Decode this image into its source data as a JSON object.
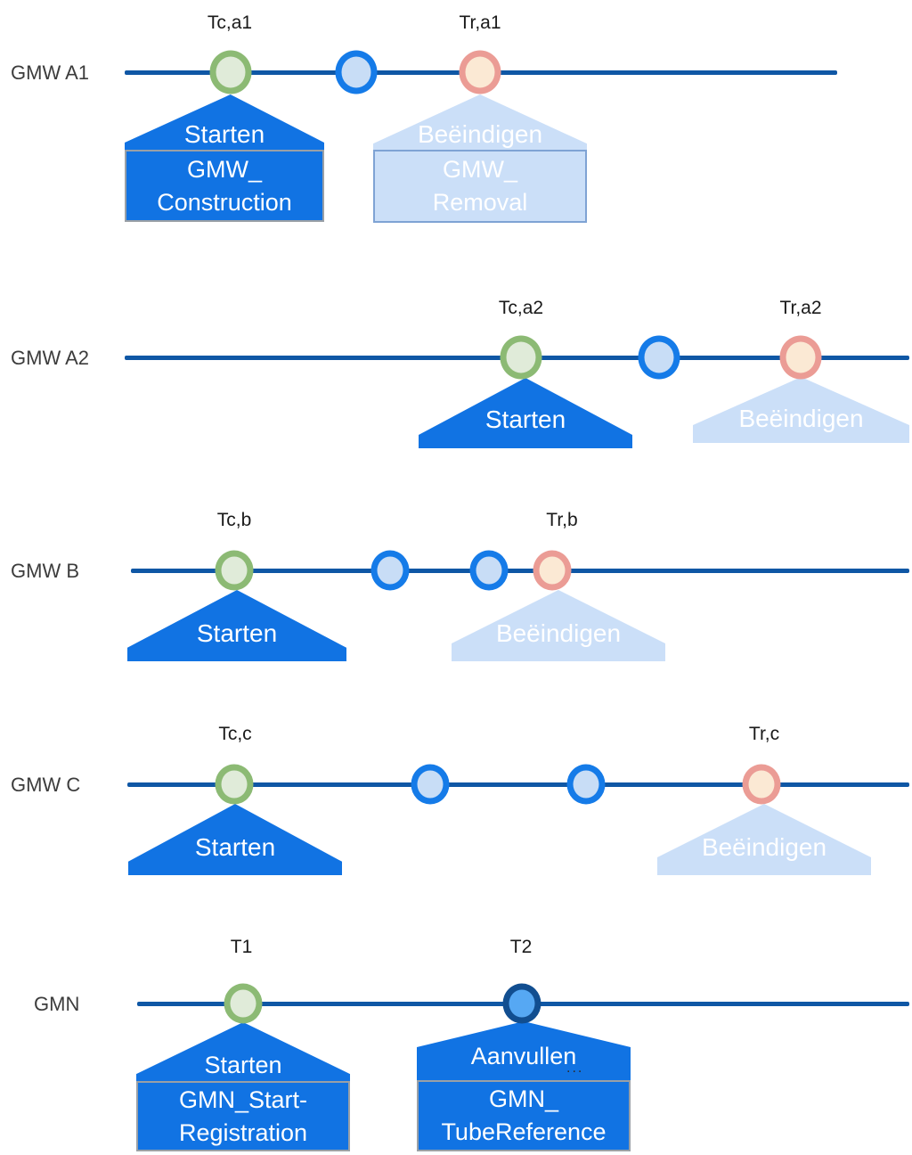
{
  "palette": {
    "timeline_line": "#0F57A5",
    "primary_blue": "#1173E3",
    "light_blue": "#CBDFF8",
    "green_ring": "#8CBA74",
    "green_fill": "#E0EBD9",
    "blue_ring": "#157BE8",
    "blue_fill": "#C8DDF6",
    "pink_ring": "#EB9C95",
    "pink_fill": "#FBE9D4",
    "navy_ring": "#114E90",
    "navy_fill": "#56A8F3",
    "gray_border": "#9AA0A6",
    "steel_border": "#7FA3D4",
    "row_label_color": "#3C3C3C"
  },
  "rows": [
    {
      "label": "GMW A1",
      "time_labels": [
        "Tc,a1",
        "Tr,a1"
      ],
      "events": [
        {
          "kind": "construction-start",
          "color": "green"
        },
        {
          "kind": "intermediate",
          "color": "blue"
        },
        {
          "kind": "removal",
          "color": "pink"
        }
      ],
      "callouts": [
        {
          "title": "Starten",
          "style": "dark",
          "box_lines": [
            "GMW_",
            "Construction"
          ]
        },
        {
          "title": "Beëindigen",
          "style": "light",
          "box_lines": [
            "GMW_",
            "Removal"
          ]
        }
      ]
    },
    {
      "label": "GMW A2",
      "time_labels": [
        "Tc,a2",
        "Tr,a2"
      ],
      "events": [
        {
          "kind": "construction-start",
          "color": "green"
        },
        {
          "kind": "intermediate",
          "color": "blue"
        },
        {
          "kind": "removal",
          "color": "pink"
        }
      ],
      "callouts": [
        {
          "title": "Starten",
          "style": "dark"
        },
        {
          "title": "Beëindigen",
          "style": "light"
        }
      ]
    },
    {
      "label": "GMW B",
      "time_labels": [
        "Tc,b",
        "Tr,b"
      ],
      "events": [
        {
          "kind": "construction-start",
          "color": "green"
        },
        {
          "kind": "intermediate",
          "color": "blue"
        },
        {
          "kind": "intermediate",
          "color": "blue"
        },
        {
          "kind": "removal",
          "color": "pink"
        }
      ],
      "callouts": [
        {
          "title": "Starten",
          "style": "dark"
        },
        {
          "title": "Beëindigen",
          "style": "light"
        }
      ]
    },
    {
      "label": "GMW C",
      "time_labels": [
        "Tc,c",
        "Tr,c"
      ],
      "events": [
        {
          "kind": "construction-start",
          "color": "green"
        },
        {
          "kind": "intermediate",
          "color": "blue"
        },
        {
          "kind": "intermediate",
          "color": "blue"
        },
        {
          "kind": "removal",
          "color": "pink"
        }
      ],
      "callouts": [
        {
          "title": "Starten",
          "style": "dark"
        },
        {
          "title": "Beëindigen",
          "style": "light"
        }
      ]
    },
    {
      "label": "GMN",
      "time_labels": [
        "T1",
        "T2"
      ],
      "events": [
        {
          "kind": "registration-start",
          "color": "green"
        },
        {
          "kind": "tube-reference",
          "color": "navy"
        }
      ],
      "callouts": [
        {
          "title": "Starten",
          "style": "dark",
          "box_lines": [
            "GMN_Start-",
            "Registration"
          ]
        },
        {
          "title": "Aanvullen",
          "style": "dark",
          "ellipsis": "...",
          "box_lines": [
            "GMN_",
            "TubeReference"
          ]
        }
      ]
    }
  ]
}
